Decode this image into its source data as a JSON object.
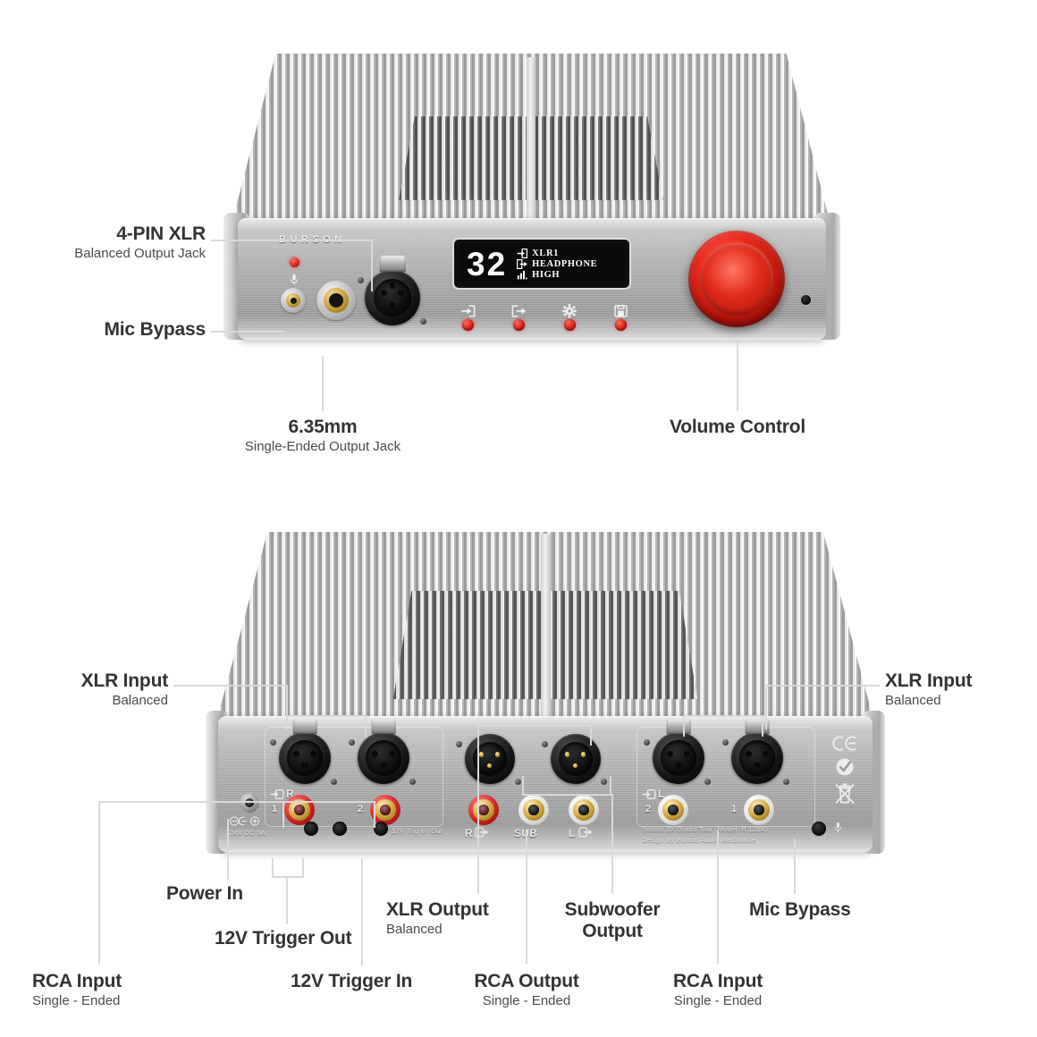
{
  "document": {
    "product_brand": "BURSON",
    "product_model_line": "Soloist 3X Grand Tour (Model: R 120X)",
    "product_design_line": "Design by Burson Audio Melbourne"
  },
  "front_view": {
    "brand": "BURSON",
    "display": {
      "volume_value": "32",
      "rows": [
        {
          "icon": "input-arrow-icon",
          "text": "XLR1"
        },
        {
          "icon": "output-arrow-icon",
          "text": "HEADPHONE"
        },
        {
          "icon": "gain-bars-icon",
          "text": "HIGH"
        }
      ]
    },
    "buttons": [
      {
        "name": "input-select-button",
        "icon": "arrow-into-box-icon"
      },
      {
        "name": "output-select-button",
        "icon": "arrow-out-of-box-icon"
      },
      {
        "name": "settings-button",
        "icon": "gear-icon"
      },
      {
        "name": "save-button",
        "icon": "save-disk-icon"
      }
    ],
    "callouts": [
      {
        "title": "4-PIN XLR",
        "subtitle": "Balanced Output Jack"
      },
      {
        "title": "Mic Bypass",
        "subtitle": ""
      },
      {
        "title": "6.35mm",
        "subtitle": "Single-Ended Output Jack"
      },
      {
        "title": "Volume Control",
        "subtitle": ""
      }
    ]
  },
  "rear_view": {
    "silkscreen": {
      "power_rating": "24V DC 5A",
      "trigger_label": "12V Trig In /Out",
      "input_r": "R",
      "input_l": "L",
      "rca_out_r": "R",
      "rca_out_sub": "SUB",
      "rca_out_l": "L",
      "rca_num_1": "1",
      "rca_num_2": "2",
      "model_line": "Soloist 3X Grand Tour (Model: R 120X)",
      "design_line": "Design by Burson Audio Melbourne"
    },
    "certification_icons": [
      "ce-mark-icon",
      "c-tick-mark-icon",
      "weee-bin-icon"
    ],
    "callouts": [
      {
        "title": "XLR Input",
        "subtitle": "Balanced"
      },
      {
        "title": "XLR Input",
        "subtitle": "Balanced"
      },
      {
        "title": "Power In",
        "subtitle": ""
      },
      {
        "title": "12V Trigger Out",
        "subtitle": ""
      },
      {
        "title": "12V Trigger In",
        "subtitle": ""
      },
      {
        "title": "XLR Output",
        "subtitle": "Balanced"
      },
      {
        "title": "Subwoofer\nOutput",
        "subtitle": ""
      },
      {
        "title": "Mic Bypass",
        "subtitle": ""
      },
      {
        "title": "RCA Input",
        "subtitle": "Single - Ended"
      },
      {
        "title": "RCA Output",
        "subtitle": "Single - Ended"
      },
      {
        "title": "RCA Input",
        "subtitle": "Single - Ended"
      }
    ]
  },
  "colors": {
    "accent_red": "#d51d14",
    "label_title": "#333333",
    "label_sub": "#4a4a4a",
    "leader_line": "#d9d9d9",
    "panel_metal": "#b1b1b1",
    "display_bg": "#0a0a0a"
  }
}
